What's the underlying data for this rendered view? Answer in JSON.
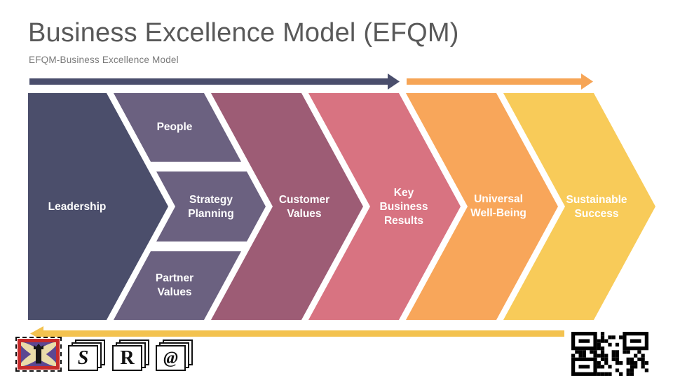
{
  "slide": {
    "title": "Business Excellence Model (EFQM)",
    "subtitle": "EFQM-Business Excellence Model"
  },
  "colors": {
    "title_text": "#595959",
    "subtitle_text": "#7A7A7A",
    "label_text": "#FFFFFF",
    "navy": "#4B4E6B",
    "purple": "#6B6180",
    "mauve": "#9D5C75",
    "rose": "#D87381",
    "orange": "#F8A65A",
    "yellow": "#F8CB59",
    "arrow_dark": "#4A4E6C",
    "arrow_orange": "#F6A556",
    "arrow_gold": "#F3C24F"
  },
  "chevrons": [
    {
      "id": "leadership",
      "label": "Leadership"
    },
    {
      "id": "people",
      "label": "People"
    },
    {
      "id": "strategy-planning",
      "label": "Strategy\nPlanning"
    },
    {
      "id": "partner-values",
      "label": "Partner\nValues"
    },
    {
      "id": "customer-values",
      "label": "Customer\nValues"
    },
    {
      "id": "key-business-results",
      "label": "Key\nBusiness\nResults"
    },
    {
      "id": "universal-well-being",
      "label": "Universal\nWell-Being"
    },
    {
      "id": "sustainable-success",
      "label": "Sustainable\nSuccess"
    }
  ],
  "footer": {
    "icons": [
      {
        "name": "flag-logo"
      },
      {
        "name": "stacked-card-s",
        "letter": "S"
      },
      {
        "name": "stacked-card-r",
        "letter": "R"
      },
      {
        "name": "stacked-card-at",
        "letter": "@"
      },
      {
        "name": "qr-code"
      }
    ]
  }
}
